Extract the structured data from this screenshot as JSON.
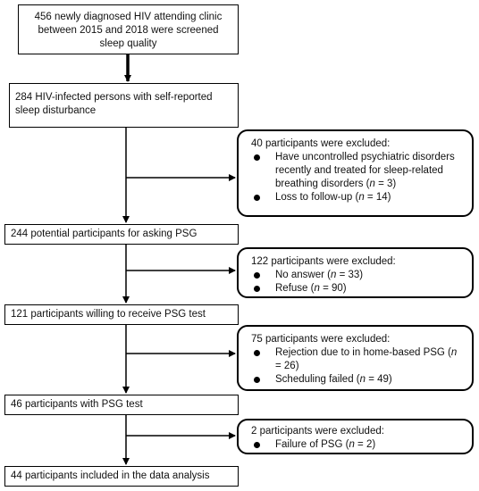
{
  "main_steps": [
    "456 newly diagnosed HIV attending clinic between 2015 and 2018 were screened sleep quality",
    "284 HIV-infected persons with self-reported sleep disturbance",
    "244 potential participants for asking PSG",
    "121 participants willing to receive PSG test",
    "46 participants with PSG test",
    "44 participants included in the data analysis"
  ],
  "exclusions": [
    {
      "title": "40 participants were excluded:",
      "items": [
        {
          "text": "Have uncontrolled psychiatric disorders recently and treated for sleep-related breathing disorders (",
          "n": "n",
          "count": " = 3)"
        },
        {
          "text": "Loss to follow-up (",
          "n": "n",
          "count": " = 14)"
        }
      ]
    },
    {
      "title": "122 participants were excluded:",
      "items": [
        {
          "text": "No answer (",
          "n": "n",
          "count": " = 33)"
        },
        {
          "text": "Refuse (",
          "n": "n",
          "count": " = 90)"
        }
      ]
    },
    {
      "title": "75  participants were excluded:",
      "items": [
        {
          "text": "Rejection due to in home-based PSG (",
          "n": "n",
          "count": " = 26)"
        },
        {
          "text": "Scheduling failed (",
          "n": "n",
          "count": " = 49)"
        }
      ]
    },
    {
      "title": "2 participants were excluded:",
      "items": [
        {
          "text": "Failure of PSG (",
          "n": "n",
          "count": " = 2)"
        }
      ]
    }
  ]
}
